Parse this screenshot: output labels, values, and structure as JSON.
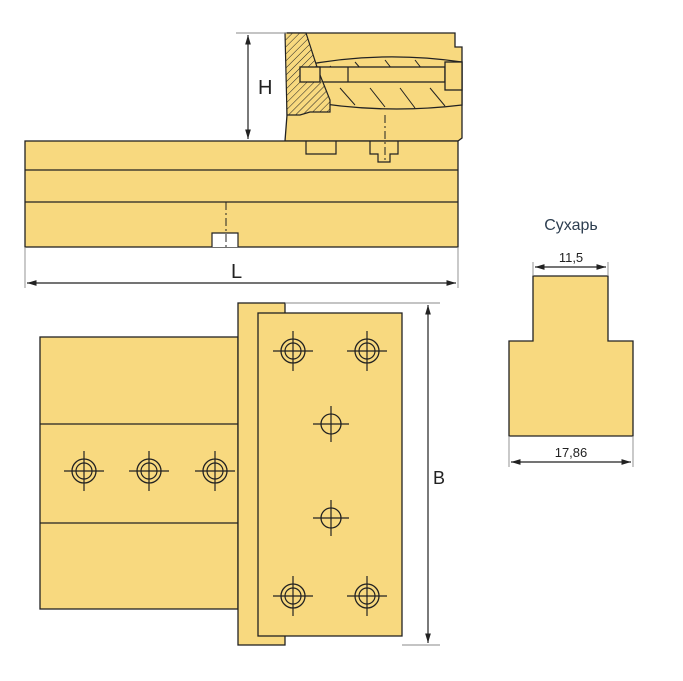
{
  "dimensions": {
    "H": "H",
    "L": "L",
    "B": "B"
  },
  "insert": {
    "title": "Сухарь",
    "top_width": "11,5",
    "bottom_width": "17,86"
  },
  "colors": {
    "fill": "#f8d97f",
    "outline": "#222222",
    "title": "#2d3e50"
  }
}
